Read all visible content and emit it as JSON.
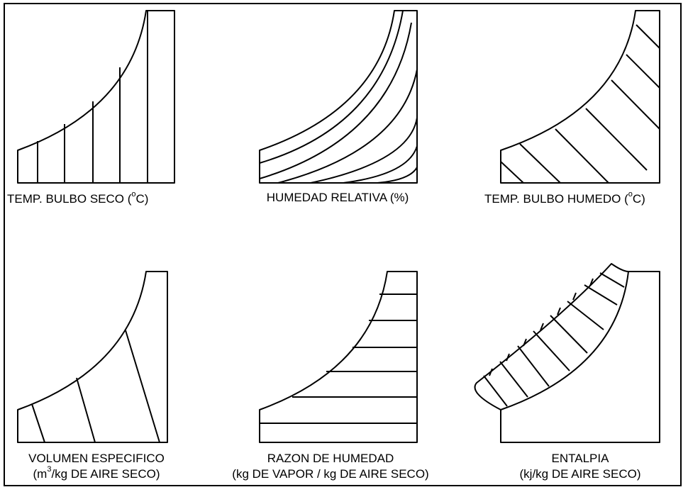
{
  "panels": {
    "dry_bulb": {
      "label_pre": "TEMP. BULBO SECO (",
      "sup": "o",
      "label_post": "C)"
    },
    "rel_hum": {
      "label": "HUMEDAD RELATIVA (%)"
    },
    "wet_bulb": {
      "label_pre": "TEMP. BULBO HUMEDO (",
      "sup": "o",
      "label_post": "C)"
    },
    "spec_vol": {
      "line1": "VOLUMEN ESPECIFICO",
      "line2_pre": "(m",
      "sup": "3",
      "line2_post": "/kg DE AIRE SECO)"
    },
    "hum_ratio": {
      "line1": "RAZON DE HUMEDAD",
      "line2": "(kg DE VAPOR / kg DE AIRE SECO)"
    },
    "enthalpy": {
      "line1": "ENTALPIA",
      "line2": "(kj/kg DE AIRE SECO)"
    }
  },
  "colors": {
    "ink": "#000000",
    "background": "#ffffff"
  }
}
